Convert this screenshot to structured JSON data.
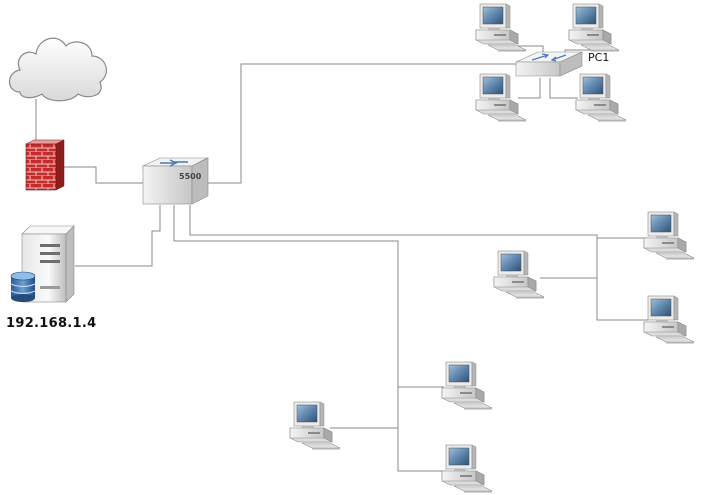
{
  "diagram": {
    "server_ip": "192.168.1.4",
    "pc1_label": "PC1",
    "switch_model": "5500"
  },
  "nodes": [
    {
      "id": "internet-cloud",
      "kind": "cloud"
    },
    {
      "id": "firewall",
      "kind": "firewall"
    },
    {
      "id": "server",
      "kind": "server"
    },
    {
      "id": "core-switch",
      "kind": "switch"
    },
    {
      "id": "access-switch",
      "kind": "switch"
    },
    {
      "id": "pc-top-left",
      "kind": "pc"
    },
    {
      "id": "pc1",
      "kind": "pc"
    },
    {
      "id": "pc-switch-lower-left",
      "kind": "pc"
    },
    {
      "id": "pc-switch-lower-right",
      "kind": "pc"
    },
    {
      "id": "pc-mid-left",
      "kind": "pc"
    },
    {
      "id": "pc-mid-right-top",
      "kind": "pc"
    },
    {
      "id": "pc-mid-right-bottom",
      "kind": "pc"
    },
    {
      "id": "pc-bottom-left",
      "kind": "pc"
    },
    {
      "id": "pc-bottom-right-top",
      "kind": "pc"
    },
    {
      "id": "pc-bottom-right-bottom",
      "kind": "pc"
    }
  ],
  "colors": {
    "line": "#8a8a8a",
    "firewall": "#c3262c",
    "monitor_screen": "#5f86ad",
    "cloud": "#f5f5f5"
  }
}
